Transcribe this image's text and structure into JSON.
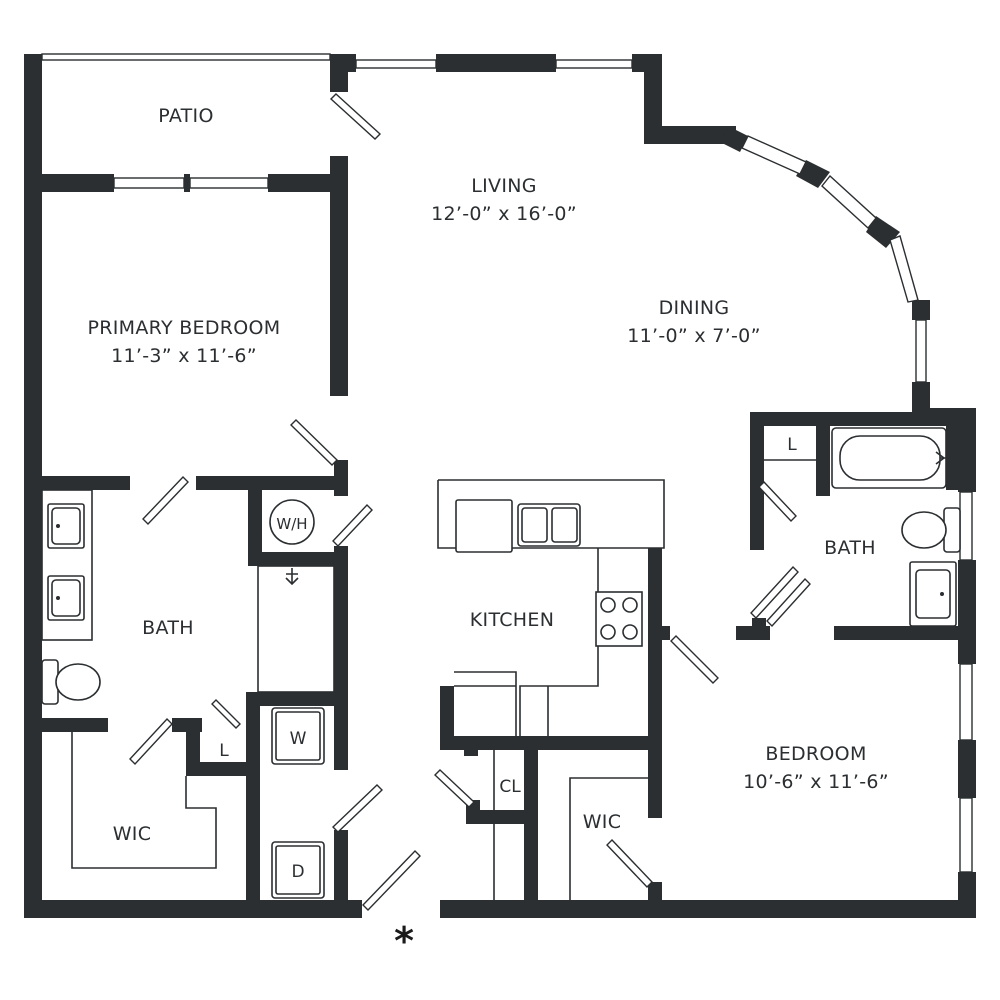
{
  "rooms": {
    "patio": {
      "name": "PATIO"
    },
    "living": {
      "name": "LIVING",
      "size": "12’-0” x 16’-0”"
    },
    "dining": {
      "name": "DINING",
      "size": "11’-0” x 7’-0”"
    },
    "primary_bedroom": {
      "name": "PRIMARY BEDROOM",
      "size": "11’-3” x 11’-6”"
    },
    "bath_left": {
      "name": "BATH"
    },
    "bath_right": {
      "name": "BATH"
    },
    "kitchen": {
      "name": "KITCHEN"
    },
    "bedroom": {
      "name": "BEDROOM",
      "size": "10’-6” x 11’-6”"
    },
    "wic_left": {
      "name": "WIC"
    },
    "wic_right": {
      "name": "WIC"
    },
    "closet": {
      "name": "CL"
    },
    "linen_left": {
      "name": "L"
    },
    "linen_right": {
      "name": "L"
    }
  },
  "appliances": {
    "water_heater": "W/H",
    "washer": "W",
    "dryer": "D"
  },
  "entry_marker": "*",
  "colors": {
    "wall": "#2b2f31",
    "background": "#ffffff"
  }
}
